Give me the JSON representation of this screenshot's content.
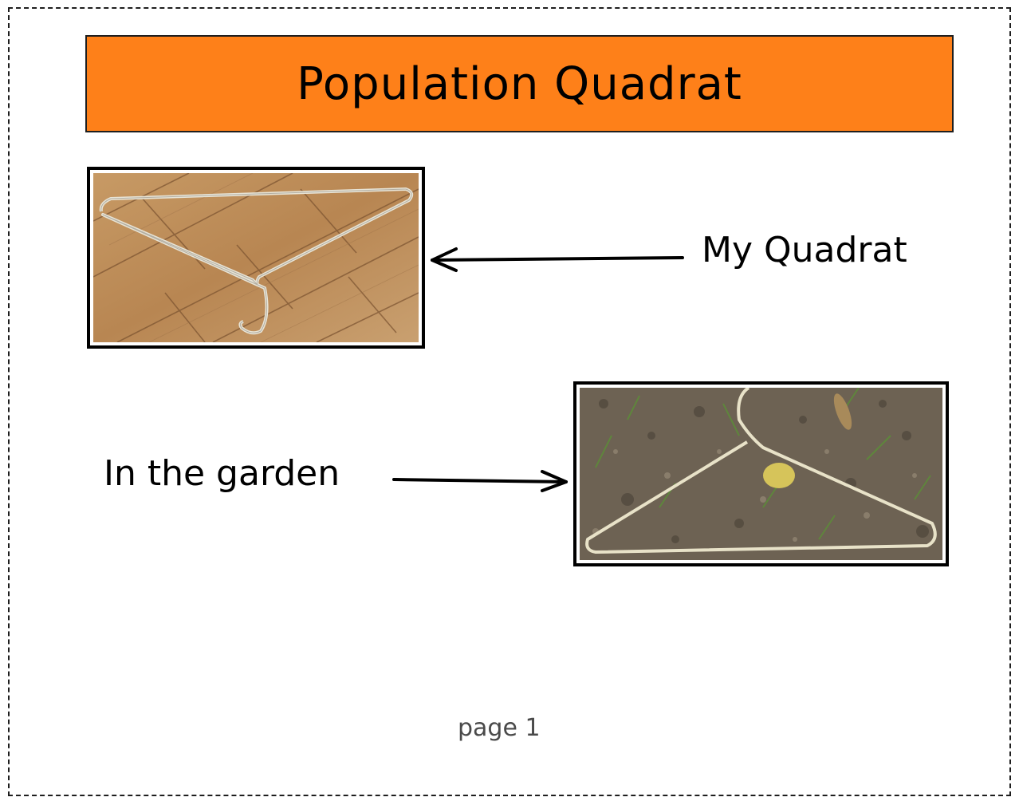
{
  "title": "Population Quadrat",
  "colors": {
    "banner": "#fe8019",
    "ink": "#000000",
    "footer_text": "#4a4a4a"
  },
  "annotations": {
    "my_quadrat": "My Quadrat",
    "in_the_garden": "In the garden"
  },
  "images": {
    "floor_photo": "wire-hanger-on-parquet-floor",
    "garden_photo": "wire-hanger-on-soil"
  },
  "footer": {
    "page_label": "page 1"
  }
}
